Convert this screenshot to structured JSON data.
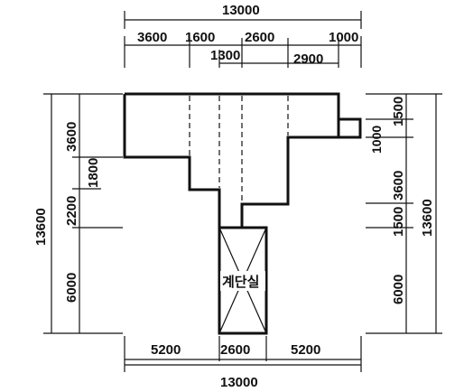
{
  "top": {
    "total": "13000",
    "segments": [
      "3600",
      "1600",
      "2600",
      "1000"
    ],
    "sub": [
      "1300",
      "2900"
    ]
  },
  "bottom": {
    "segments": [
      "5200",
      "2600",
      "5200"
    ],
    "total": "13000"
  },
  "left": {
    "total": "13600",
    "segments": [
      "3600",
      "1800",
      "2200",
      "6000"
    ]
  },
  "right": {
    "total": "13600",
    "segments": [
      "1500",
      "1000",
      "3600",
      "1500",
      "6000"
    ]
  },
  "room": {
    "label": "계단실"
  }
}
